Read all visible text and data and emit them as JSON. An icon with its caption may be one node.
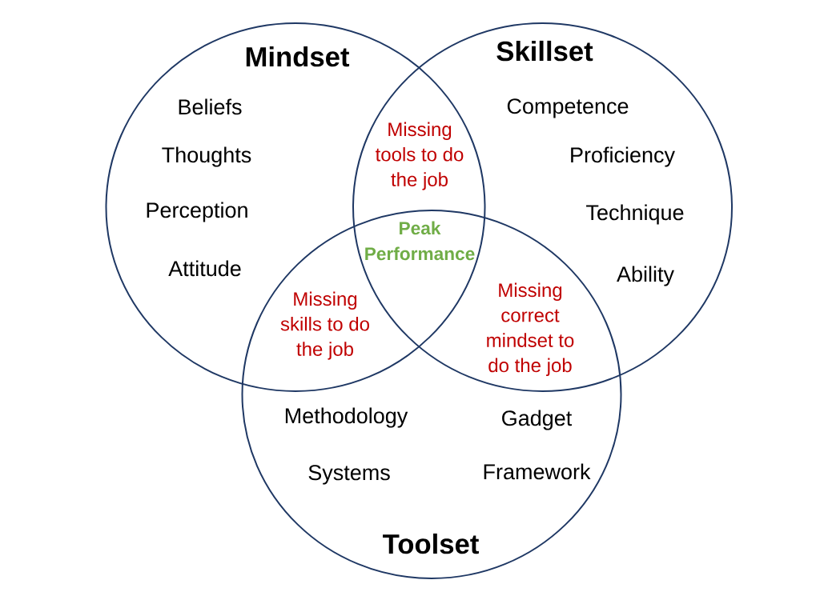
{
  "diagram": {
    "nodes": [
      {
        "text": [
          "Mindset",
          "Beliefs",
          "Thoughts",
          "Perception",
          "Attitude"
        ]
      },
      {
        "text": [
          "Skillset",
          "Competence",
          "Proficiency",
          "Technique",
          "Ability"
        ]
      },
      {
        "text": [
          "Toolset",
          "Methodology",
          "Gadget",
          "Systems",
          "Framework"
        ]
      }
    ],
    "labels": [
      "Missing tools to do the job",
      "Peak Performance",
      "Missing skills to do the job",
      "Missing correct mindset to do the job"
    ]
  }
}
